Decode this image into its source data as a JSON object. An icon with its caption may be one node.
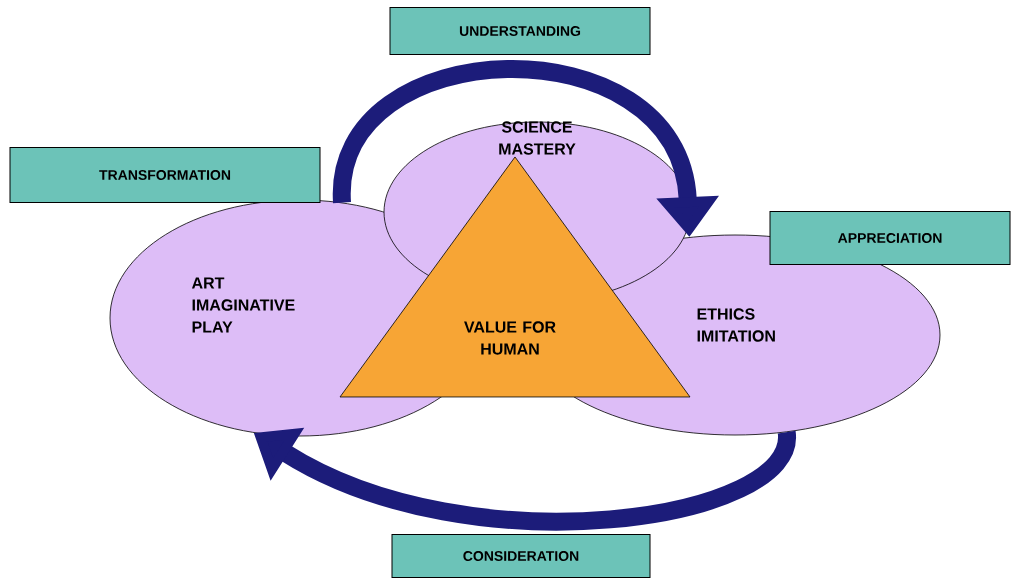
{
  "diagram": {
    "nodes": [
      {
        "text": [
          "SCIENCE MASTERY"
        ]
      },
      {
        "text": [
          "ART IMAGINATIVE PLAY"
        ]
      },
      {
        "text": [
          "ETHICS IMITATION"
        ]
      },
      {
        "text": [
          "VALUE FOR HUMAN"
        ]
      },
      {
        "text": [
          "UNDERSTANDING"
        ]
      },
      {
        "text": [
          "TRANSFORMATION"
        ]
      },
      {
        "text": [
          "APPRECIATION"
        ]
      },
      {
        "text": [
          "CONSIDERATION"
        ]
      }
    ],
    "edges": [
      {
        "from": 1,
        "to": 2,
        "arrow": "to"
      },
      {
        "from": 2,
        "to": 1,
        "arrow": "to"
      }
    ]
  }
}
